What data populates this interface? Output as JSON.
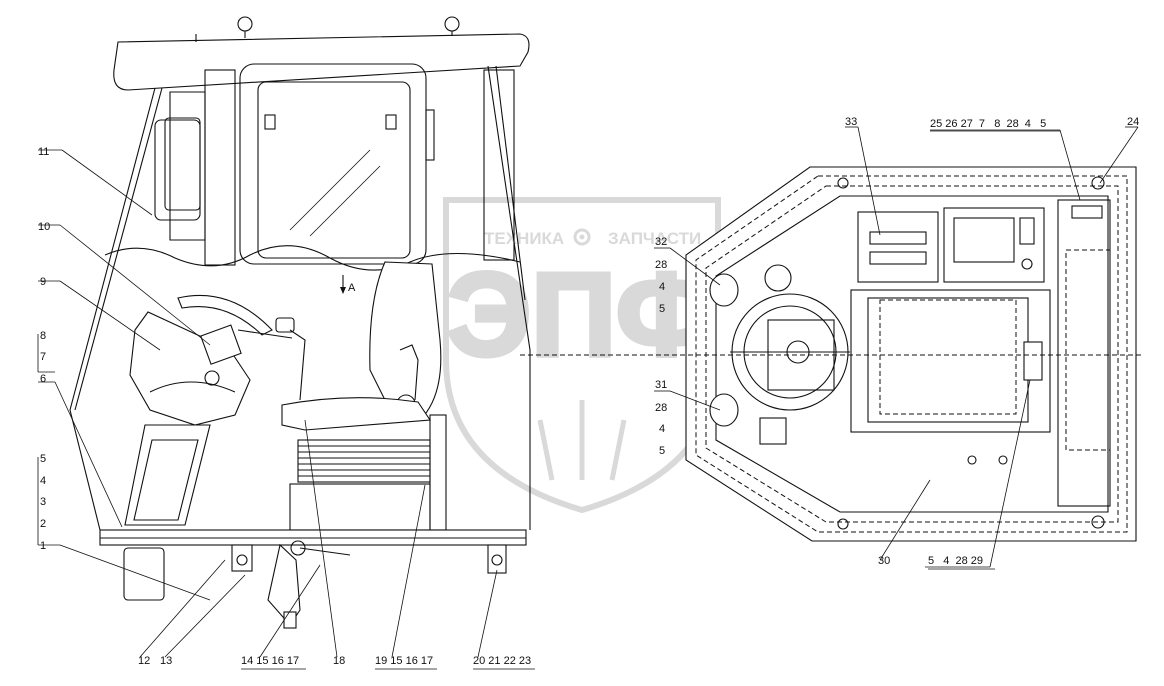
{
  "watermark": {
    "top_left_text": "ТЕХНИКА",
    "top_right_text": "ЗАПЧАСТИ",
    "big_text": "ЭПФ",
    "gear_icon": "gear-icon",
    "logo_icon": "shield-logo-icon"
  },
  "view_marker": "A",
  "callouts": {
    "c1": "1",
    "c2": "2",
    "c3": "3",
    "c4": "4",
    "c5": "5",
    "c6": "6",
    "c7": "7",
    "c8": "8",
    "c9": "9",
    "c10": "10",
    "c11": "11",
    "c12": "12",
    "c13": "13",
    "c14_17": "14 15 16 17",
    "c18": "18",
    "c19_17": "19 15 16 17",
    "c20_23": "20 21 22 23",
    "c30": "30",
    "c31": "31",
    "c32": "32",
    "c33": "33",
    "c24": "24",
    "c_top_group": "25 26 27  7   8  28  4   5",
    "c28a": "28",
    "c4a": "4",
    "c5a": "5",
    "c28b": "28",
    "c4b": "4",
    "c5b": "5",
    "c_bottom_group": "5   4  28 29"
  },
  "colors": {
    "line": "#111111",
    "watermark": "#d9d9d9"
  }
}
